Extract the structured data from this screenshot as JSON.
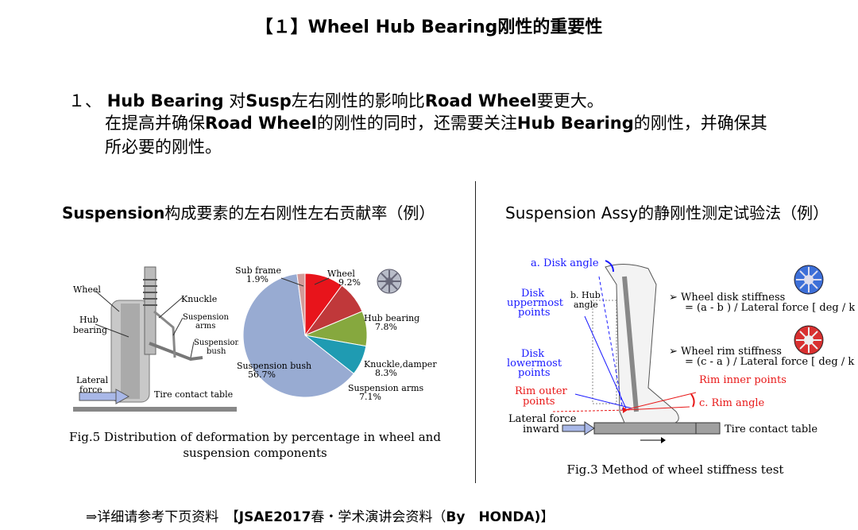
{
  "title": "【１】Wheel Hub Bearing刚性的重要性",
  "para1": {
    "num": "１、",
    "a": "Hub Bearing",
    "b": " 对",
    "c": "Susp",
    "d": "左右刚性的影响比",
    "e": "Road Wheel",
    "f": "要更大。"
  },
  "para2": {
    "a": "在提高并确保",
    "b": "Road Wheel",
    "c": "的刚性的同时，还需要关注",
    "d": "Hub Bearing",
    "e": "的刚性，并确保其",
    "f": "所必要的刚性。"
  },
  "left_figure": {
    "title_a": "Suspension",
    "title_b": "构成要素的左右刚性左右贡献率（例）",
    "labels": {
      "wheel": "Wheel",
      "hub1": "Hub",
      "hub2": "bearing",
      "knuckle": "Knuckle",
      "susp_arms1": "Suspension",
      "susp_arms2": "arms",
      "susp_bush1": "Suspension",
      "susp_bush2": "bush",
      "lateral1": "Lateral",
      "lateral2": "force",
      "tire_table": "Tire contact table"
    },
    "caption_line1": "Fig.5 Distribution of deformation by percentage in wheel and",
    "caption_line2": "suspension components"
  },
  "chart_data": {
    "type": "pie",
    "title": "",
    "slices": [
      {
        "name": "Wheel",
        "value": 9.2,
        "label": "9.2%",
        "color": "#e8141b"
      },
      {
        "name": "Hub bearing",
        "value": 7.8,
        "label": "7.8%",
        "color": "#c0383a"
      },
      {
        "name": "Knuckle,damper",
        "value": 8.3,
        "label": "8.3%",
        "color": "#86a83e"
      },
      {
        "name": "Suspension arms",
        "value": 7.1,
        "label": "7.1%",
        "color": "#1f9bb2"
      },
      {
        "name": "Suspension bush",
        "value": 56.7,
        "label": "56.7%",
        "color": "#98abd2"
      },
      {
        "name": "Sub frame",
        "value": 1.9,
        "label": "1.9%",
        "color": "#d39a98"
      }
    ]
  },
  "right_figure": {
    "title": "Suspension Assy的静刚性测定试验法（例）",
    "labels": {
      "disk_angle": "a. Disk angle",
      "disk_upper1": "Disk",
      "disk_upper2": "uppermost",
      "disk_upper3": "points",
      "hub_angle1": "b. Hub",
      "hub_angle2": "angle",
      "disk_lower1": "Disk",
      "disk_lower2": "lowermost",
      "disk_lower3": "points",
      "rim_outer1": "Rim outer",
      "rim_outer2": "points",
      "rim_inner": "Rim inner points",
      "rim_angle": "c. Rim angle",
      "lateral1": "Lateral force",
      "lateral2": "inward",
      "tire_table": "Tire contact table",
      "disk_stiff1": "➢ Wheel disk stiffness",
      "disk_stiff2": "= (a - b ) / Lateral force [ deg / kN ]",
      "rim_stiff1": "➢ Wheel rim stiffness",
      "rim_stiff2": "= (c - a ) / Lateral force [ deg / kN ]"
    },
    "caption": "Fig.3 Method of wheel stiffness test"
  },
  "footer": {
    "a": "⇒详细请参考下页资料　【",
    "b": "JSAE2017",
    "c": "春・学术演讲会资料（",
    "d": "By　HONDA)",
    "e": "】"
  },
  "colors": {
    "blue_label": "#1a1aff",
    "red_label": "#e81818",
    "wheel_blue": "#3c6fd8",
    "wheel_red": "#d83030"
  }
}
